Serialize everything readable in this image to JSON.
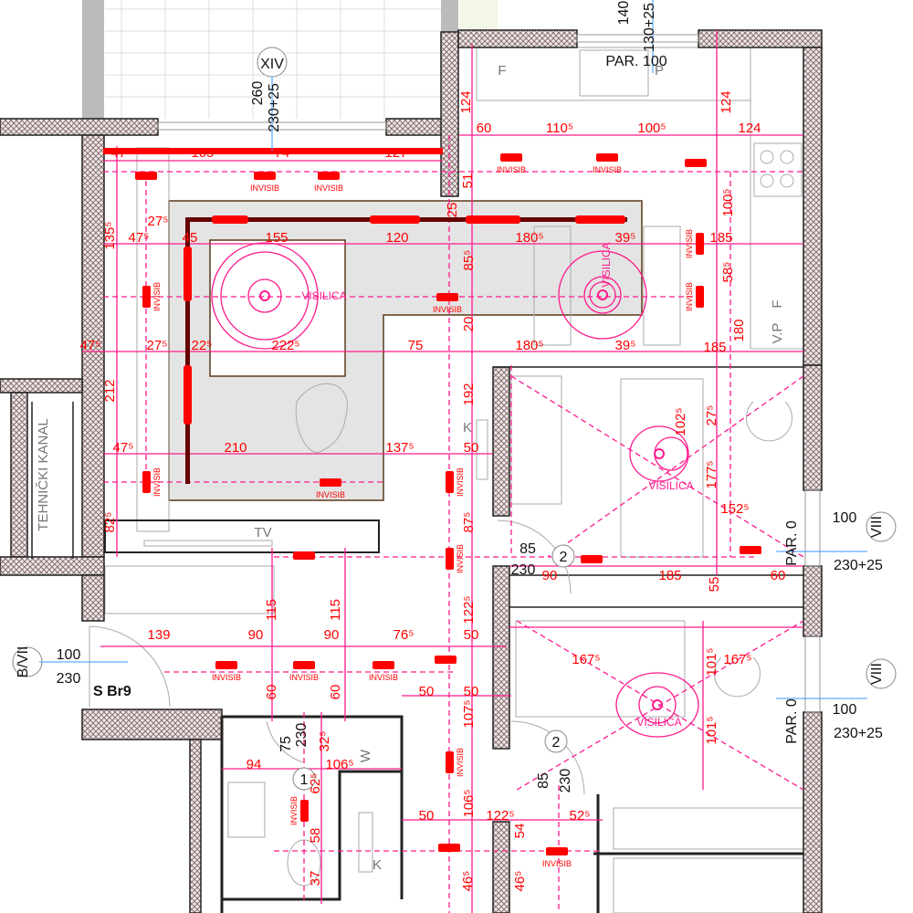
{
  "drawing": {
    "room_label": "S Br9",
    "technical_channel": "TEHNIČKI KANAL",
    "tv_label": "TV",
    "ceiling_light_label": "VISILICA",
    "fixture_label": "INVISIB",
    "colors": {
      "wall_hatch": "#8a7070",
      "dimension": "#ff1a8c",
      "fixture": "#ff0000",
      "ceiling_fill": "#e4e4e4"
    },
    "black_labels": [
      "XIV",
      "260",
      "230+25",
      "140",
      "130+25",
      "PAR. 100",
      "F",
      "P",
      "F",
      "V.P",
      "K",
      "B/VII",
      "100",
      "230",
      "85",
      "230",
      "2",
      "PAR. 0",
      "100",
      "230+25",
      "VIII",
      "PAR. 0",
      "100",
      "230+25",
      "VIII",
      "2",
      "85",
      "230",
      "1",
      "75",
      "230",
      "W",
      "K"
    ],
    "dimensions": [
      "124",
      "60",
      "110⁵",
      "100⁵",
      "124",
      "124",
      "51",
      "100⁵",
      "185",
      "58⁵",
      "180",
      "185",
      "180⁵",
      "39⁵",
      "85⁵",
      "20",
      "180⁵",
      "39⁵",
      "47⁵",
      "105⁵",
      "74⁵",
      "127⁵",
      "25",
      "27⁵",
      "135⁵",
      "47⁵",
      "45",
      "155",
      "120",
      "47⁵",
      "27⁵",
      "22⁵",
      "222⁵",
      "75",
      "212",
      "47⁵",
      "210",
      "137⁵",
      "50",
      "192",
      "82⁵",
      "87⁵",
      "122⁵",
      "115",
      "115",
      "139",
      "90",
      "90",
      "76⁵",
      "50",
      "60",
      "60",
      "50",
      "50",
      "107⁵",
      "94",
      "106⁵",
      "32⁵",
      "62⁵",
      "58",
      "37",
      "50",
      "106⁵",
      "122⁵",
      "52⁵",
      "54",
      "46⁵",
      "46⁵",
      "102⁵",
      "27⁵",
      "177⁵",
      "152⁵",
      "90",
      "185",
      "55",
      "60",
      "167⁵",
      "101⁵",
      "167⁵",
      "101⁵"
    ]
  }
}
